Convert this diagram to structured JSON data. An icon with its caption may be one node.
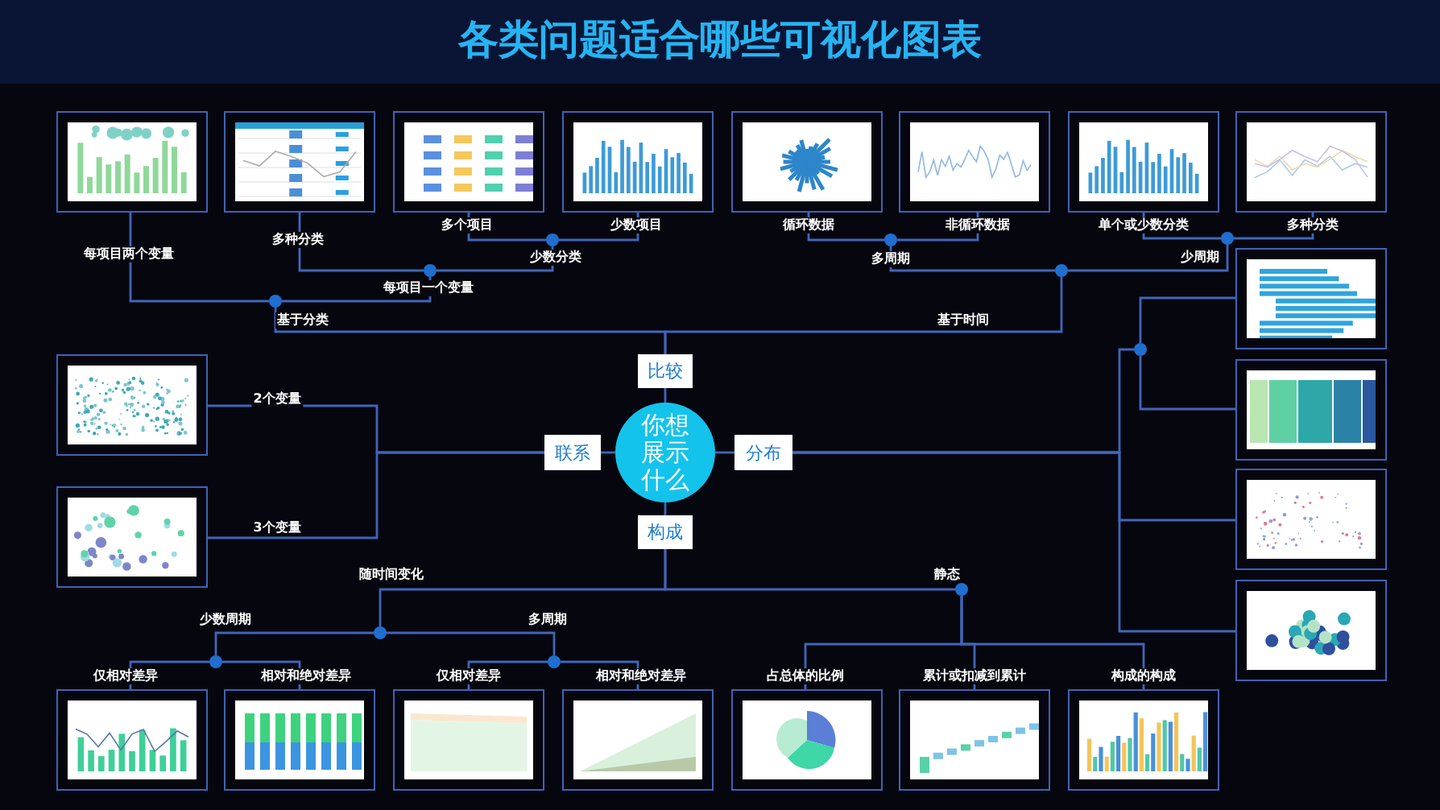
{
  "diagram": {
    "title": "各类问题适合哪些可视化图表",
    "nodes": [
      {
        "text": [
          "你想展示什么"
        ]
      },
      {
        "text": [
          "比较"
        ]
      },
      {
        "text": [
          "联系"
        ]
      },
      {
        "text": [
          "分布"
        ]
      },
      {
        "text": [
          "构成"
        ]
      },
      {
        "text": [],
        "shape": "picture"
      },
      {
        "text": [],
        "shape": "picture"
      },
      {
        "text": [],
        "shape": "picture"
      },
      {
        "text": [],
        "shape": "picture"
      },
      {
        "text": [],
        "shape": "picture"
      },
      {
        "text": [],
        "shape": "picture"
      },
      {
        "text": [],
        "shape": "picture"
      },
      {
        "text": [],
        "shape": "picture"
      },
      {
        "text": [],
        "shape": "picture"
      },
      {
        "text": [],
        "shape": "picture"
      },
      {
        "text": [],
        "shape": "picture"
      },
      {
        "text": [],
        "shape": "picture"
      },
      {
        "text": [],
        "shape": "picture"
      },
      {
        "text": [],
        "shape": "picture"
      },
      {
        "text": [],
        "shape": "picture"
      },
      {
        "text": [],
        "shape": "picture"
      },
      {
        "text": [],
        "shape": "picture"
      },
      {
        "text": [],
        "shape": "picture"
      },
      {
        "text": [],
        "shape": "picture"
      },
      {
        "text": [],
        "shape": "picture"
      },
      {
        "text": [],
        "shape": "picture"
      },
      {
        "text": [],
        "shape": "circle"
      },
      {
        "text": [],
        "shape": "circle"
      },
      {
        "text": [],
        "shape": "circle"
      },
      {
        "text": [],
        "shape": "circle"
      },
      {
        "text": [],
        "shape": "circle"
      },
      {
        "text": [],
        "shape": "circle"
      },
      {
        "text": [],
        "shape": "circle"
      },
      {
        "text": [],
        "shape": "circle"
      },
      {
        "text": [],
        "shape": "circle"
      },
      {
        "text": [],
        "shape": "circle"
      },
      {
        "text": [],
        "shape": "circle"
      }
    ],
    "edges": [
      {
        "from": 1,
        "to": 26,
        "arrow": "none",
        "label": "基于分类"
      },
      {
        "from": 1,
        "to": 29,
        "arrow": "none",
        "label": "基于时间"
      },
      {
        "from": 26,
        "to": 5,
        "arrow": "none",
        "label": "每项目两个变量"
      },
      {
        "from": 26,
        "to": 27,
        "arrow": "none",
        "label": "每项目一个变量"
      },
      {
        "from": 27,
        "to": 6,
        "arrow": "none",
        "label": "多种分类"
      },
      {
        "from": 27,
        "to": 28,
        "arrow": "none",
        "label": "少数分类"
      },
      {
        "from": 28,
        "to": 7,
        "arrow": "none",
        "label": "多个项目"
      },
      {
        "from": 28,
        "to": 8,
        "arrow": "none",
        "label": "少数项目"
      },
      {
        "from": 29,
        "to": 30,
        "arrow": "none",
        "label": "多周期"
      },
      {
        "from": 29,
        "to": 31,
        "arrow": "none",
        "label": "少周期"
      },
      {
        "from": 30,
        "to": 9,
        "arrow": "none",
        "label": "循环数据"
      },
      {
        "from": 30,
        "to": 10,
        "arrow": "none",
        "label": "非循环数据"
      },
      {
        "from": 31,
        "to": 11,
        "arrow": "none",
        "label": "单个或少数分类"
      },
      {
        "from": 31,
        "to": 12,
        "arrow": "none",
        "label": "多种分类"
      },
      {
        "from": 2,
        "to": 13,
        "arrow": "none",
        "label": "2个变量"
      },
      {
        "from": 2,
        "to": 14,
        "arrow": "none",
        "label": "3个变量"
      },
      {
        "from": 3,
        "to": 32,
        "arrow": "none"
      },
      {
        "from": 32,
        "to": 15,
        "arrow": "none"
      },
      {
        "from": 32,
        "to": 16,
        "arrow": "none"
      },
      {
        "from": 3,
        "to": 17,
        "arrow": "other"
      },
      {
        "from": 3,
        "to": 18,
        "arrow": "other"
      },
      {
        "from": 4,
        "to": 33,
        "arrow": "none",
        "label": "随时间变化"
      },
      {
        "from": 4,
        "to": 34,
        "arrow": "none",
        "label": "静态"
      },
      {
        "from": 33,
        "to": 35,
        "arrow": "none",
        "label": "少数周期"
      },
      {
        "from": 33,
        "to": 36,
        "arrow": "none",
        "label": "多周期"
      },
      {
        "from": 35,
        "to": 19,
        "arrow": "none",
        "label": "仅相对差异"
      },
      {
        "from": 35,
        "to": 20,
        "arrow": "none",
        "label": "相对和绝对差异"
      },
      {
        "from": 36,
        "to": 21,
        "arrow": "none",
        "label": "仅相对差异"
      },
      {
        "from": 36,
        "to": 22,
        "arrow": "none",
        "label": "相对和绝对差异"
      },
      {
        "from": 34,
        "to": 23,
        "arrow": "none",
        "label": "占总体的比例"
      },
      {
        "from": 34,
        "to": 24,
        "arrow": "none",
        "label": "累计或扣减到累计"
      },
      {
        "from": 34,
        "to": 25,
        "arrow": "none",
        "label": "构成的构成"
      },
      {
        "from": 0,
        "to": 1,
        "arrow": "none"
      },
      {
        "from": 0,
        "to": 2,
        "arrow": "none"
      },
      {
        "from": 0,
        "to": 3,
        "arrow": "none"
      },
      {
        "from": 0,
        "to": 4,
        "arrow": "none"
      }
    ]
  }
}
